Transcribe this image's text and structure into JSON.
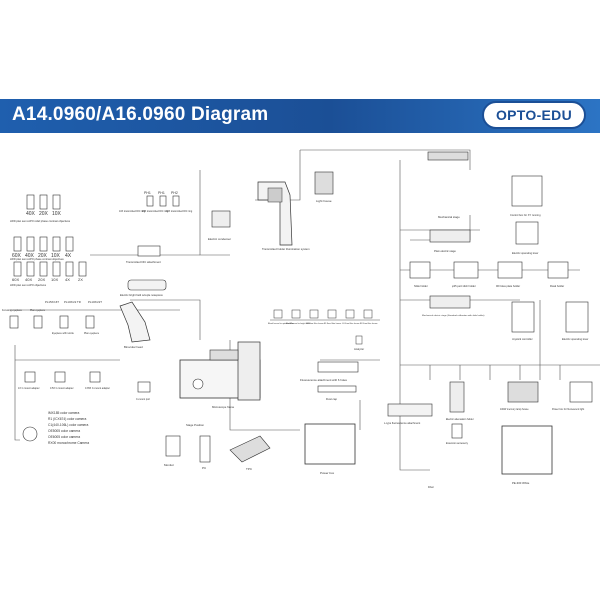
{
  "header": {
    "title": "A14.0960/A16.0960 Diagram",
    "logo": "OPTO-EDU"
  },
  "objectives": {
    "row1_mags": [
      "40X",
      "20X",
      "10X"
    ],
    "row1_caption": "LWD plan semi-APO relief phase contrast objectives",
    "row2_mags": [
      "60X",
      "40X",
      "20X",
      "10X",
      "4X"
    ],
    "row2_caption": "LWD plan semi-APO phase contrast objectives",
    "row3_mags": [
      "60X",
      "40X",
      "20X",
      "10X",
      "4X",
      "2X"
    ],
    "row3_caption": "LWD plan semi-APO objectives"
  },
  "phase": {
    "labels": [
      "PH1",
      "PH1",
      "PH2"
    ],
    "captions": [
      "10X transmitted DIC ring",
      "20X transmitted DIC ring",
      "40X transmitted DIC ring"
    ]
  },
  "eyepieces": {
    "models": [
      "PL15X/16T",
      "PL10X/22 TR",
      "PL10X/22T"
    ],
    "captions": [
      "Focusing eyepiece",
      "Plan eyepiece",
      "Eyepiece with reticle",
      "Plan eyepiece"
    ]
  },
  "labels": {
    "transmitted_dic": "Transmitted DIC attachment",
    "electric_condenser": "Electric condenser",
    "light_house": "Light house",
    "transmitted_holder": "Transmitted holder illumination system",
    "bright_field_nosepiece": "Electric bright field octuple nosepiece",
    "binocular_head": "Binocular head",
    "microscope_frame": "Microscope frame",
    "c_mount_1": "1X C-mount adapter",
    "c_mount_05": "0.5X C-mount adapter",
    "c_mount_035": "0.35X C-mount adapter",
    "c_mount_port": "C-mount port",
    "stage_positive": "Stage Position",
    "fluor_attachment": "Fluorescence attachment with 6 holes",
    "dust_cap": "Dust cap",
    "analyzer": "Analyzer",
    "power_box": "Power box",
    "monitor": "Monitor",
    "pc": "PC",
    "tpc": "TPC",
    "l_fluor": "L-type fluorescence attachment",
    "mechanical_stage": "Mechanical stage",
    "control_box": "Control box for XY running",
    "electric_stage": "Plain electric stage",
    "electric_box": "Electric operating lever",
    "slide_holder": "Slide holder",
    "petri_holder": "φ35 petri dish holder",
    "well_holder": "96 holes plate holder",
    "flask_holder": "Flask holder",
    "mechanical_stage_2": "Mechanical electric stage (Standard calibration with slide holder)",
    "joystick": "Joystick controller",
    "electric_lever": "Electric operating lever",
    "filter_cubes": [
      "Blank house for optional filter",
      "Blank house for bright field",
      "UV fluor filter house",
      "B1 fluor filter house",
      "G1 fluor filter house",
      "BV fluor filter house"
    ],
    "attenuation": "Electric attenuation holder",
    "extension": "Extension accessory",
    "lamp_house": "100W mercury lamp house",
    "power_box_fluor": "Power box for fluorescent light",
    "pe300": "PE-300 White",
    "fiber": "Fiber"
  },
  "cameras": [
    "IMX185 color camera",
    "R1 (ICX674) color camera",
    "C1(440-106L) color camera",
    "OE5005 color camera",
    "OE6005 color camera",
    "RX00 monochrome Camera"
  ]
}
